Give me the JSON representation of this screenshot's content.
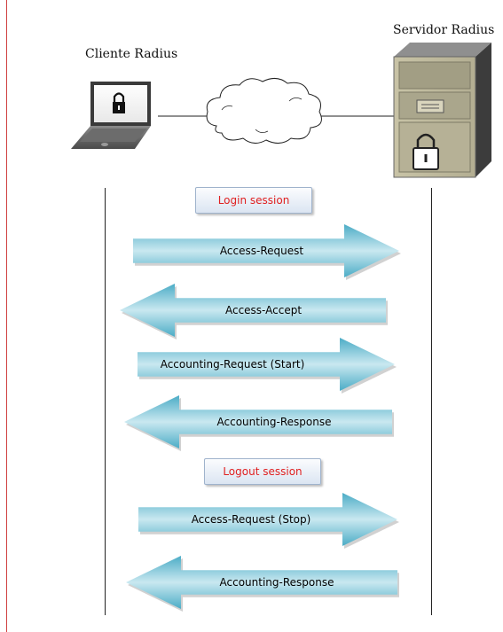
{
  "nodes": {
    "client": {
      "label": "Cliente Radius"
    },
    "server": {
      "label": "Servidor Radius"
    }
  },
  "sessions": {
    "login": "Login session",
    "logout": "Logout session"
  },
  "messages": [
    {
      "label": "Access-Request",
      "direction": "right"
    },
    {
      "label": "Access-Accept",
      "direction": "left"
    },
    {
      "label": "Accounting-Request (Start)",
      "direction": "right"
    },
    {
      "label": "Accounting-Response",
      "direction": "left"
    },
    {
      "label": "Access-Request (Stop)",
      "direction": "right"
    },
    {
      "label": "Accounting-Response",
      "direction": "left"
    }
  ],
  "colors": {
    "arrow_fill": "#4bacc6",
    "arrow_light": "#c9e8f0",
    "session_text": "#e02020",
    "lifeline": "#222222"
  },
  "icons": [
    "laptop-lock-icon",
    "cloud-icon",
    "server-lock-icon"
  ]
}
